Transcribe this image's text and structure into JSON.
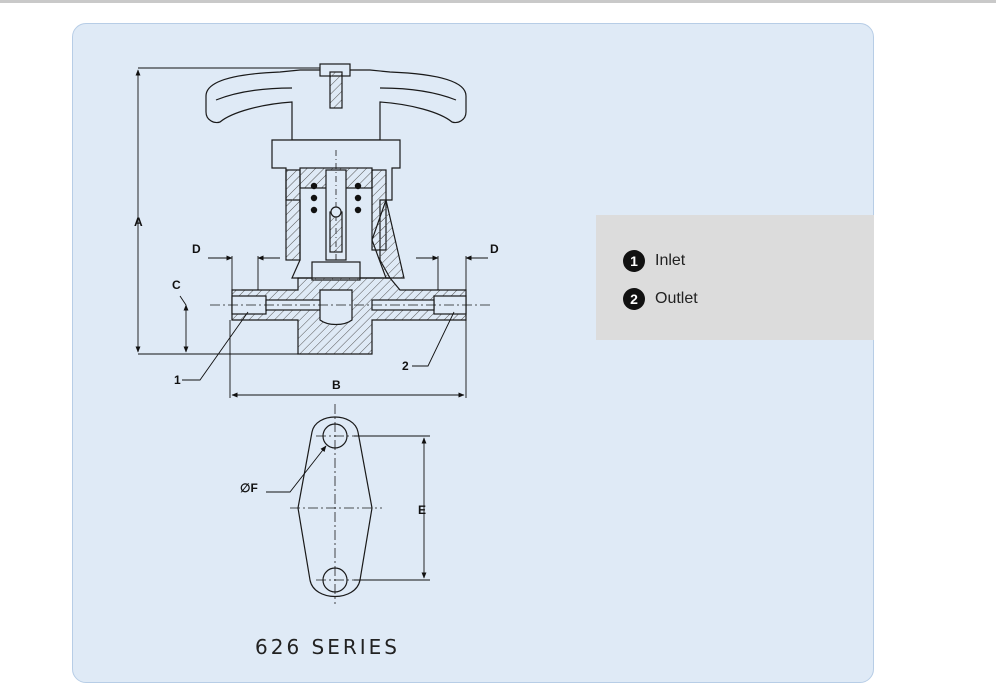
{
  "diagram": {
    "dimension_labels": {
      "a": "A",
      "b": "B",
      "c": "C",
      "d_left": "D",
      "d_right": "D",
      "e": "E",
      "f": "∅F",
      "callout_1": "1",
      "callout_2": "2"
    },
    "series_label": "626 SERIES"
  },
  "legend": {
    "items": [
      {
        "number": "1",
        "label": "Inlet"
      },
      {
        "number": "2",
        "label": "Outlet"
      }
    ]
  },
  "colors": {
    "panel_background": "#dfeaf6",
    "panel_border": "#b7cde6",
    "legend_background": "#dcdcdc",
    "line": "#1a1a1a",
    "hatch": "#555555"
  }
}
